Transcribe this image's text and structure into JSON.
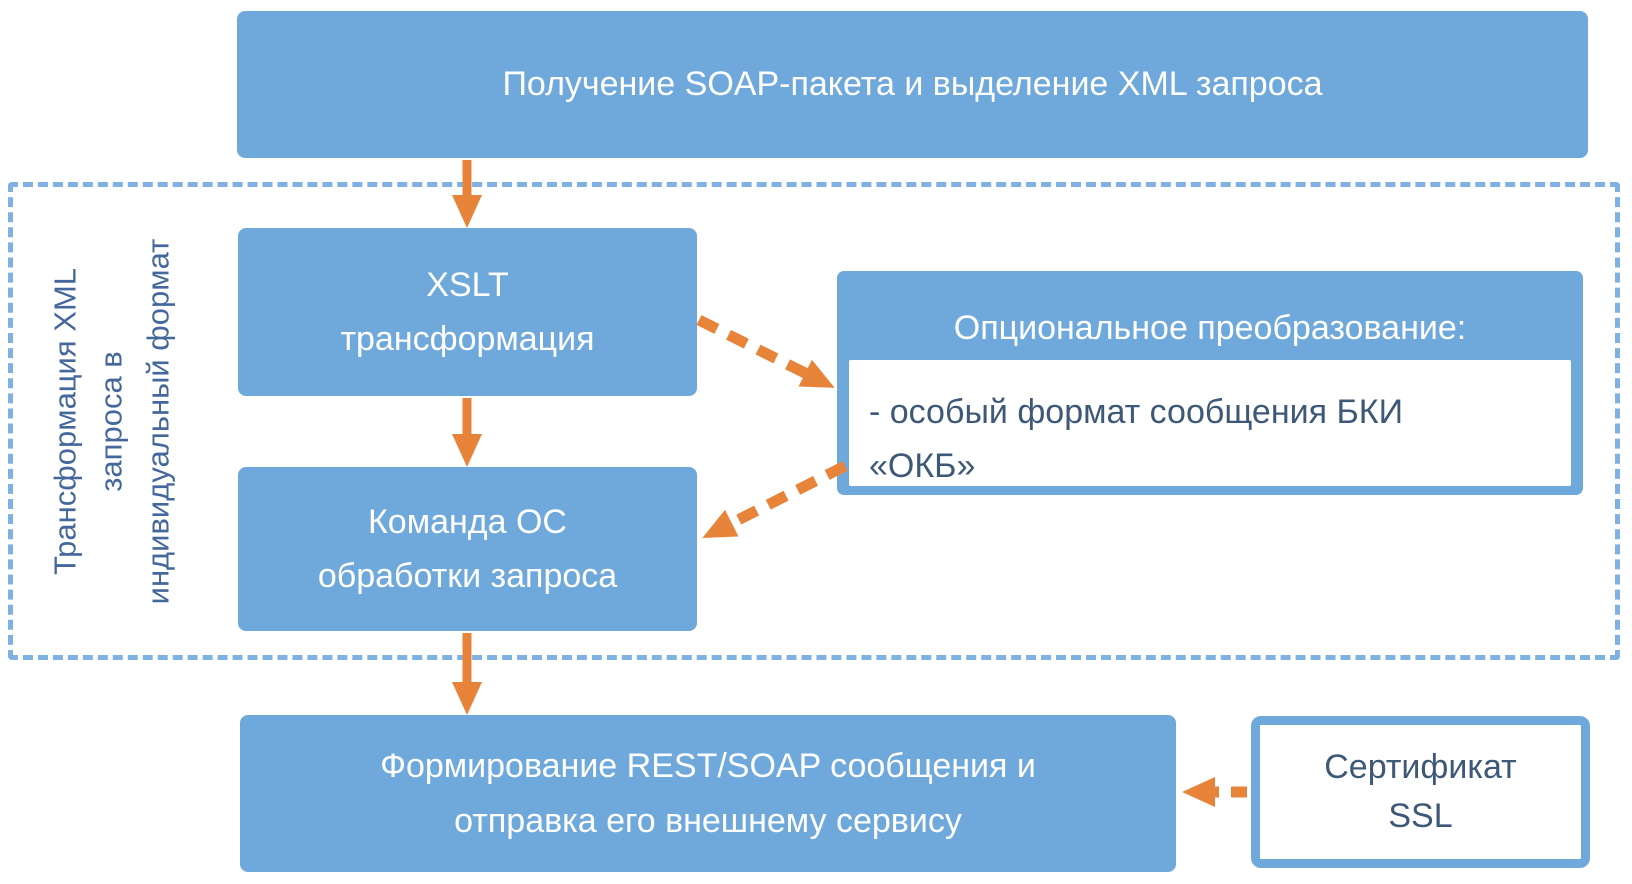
{
  "colors": {
    "box_blue": "#6FA9DC",
    "container_dash_blue": "#7FB2E2",
    "arrow_orange": "#E8843A",
    "dark_text": "#3E5878",
    "side_label_text": "#44689B",
    "box_text": "#FFFFFF"
  },
  "nodes": {
    "receive": {
      "label": "Получение SOAP-пакета и выделение XML запроса"
    },
    "transform_group": {
      "label_lines": [
        "Трансформация XML",
        "запроса в",
        "индивидуальный формат"
      ]
    },
    "xslt": {
      "lines": [
        "XSLT",
        "трансформация"
      ]
    },
    "os_command": {
      "lines": [
        "Команда ОС",
        "обработки запроса"
      ]
    },
    "optional": {
      "title": "Опциональное преобразование:",
      "note_lines": [
        "- особый формат сообщения БКИ",
        "«ОКБ»"
      ]
    },
    "send": {
      "lines": [
        "Формирование REST/SOAP сообщения и",
        "отправка его внешнему сервису"
      ]
    },
    "ssl": {
      "lines": [
        "Сертификат",
        "SSL"
      ]
    }
  },
  "arrows": [
    {
      "from": "receive",
      "to": "xslt",
      "style": "solid"
    },
    {
      "from": "xslt",
      "to": "os_command",
      "style": "solid"
    },
    {
      "from": "os_command",
      "to": "send",
      "style": "solid"
    },
    {
      "from": "xslt",
      "to": "optional",
      "style": "dashed"
    },
    {
      "from": "optional",
      "to": "os_command",
      "style": "dashed"
    },
    {
      "from": "ssl",
      "to": "send",
      "style": "dashed"
    }
  ]
}
